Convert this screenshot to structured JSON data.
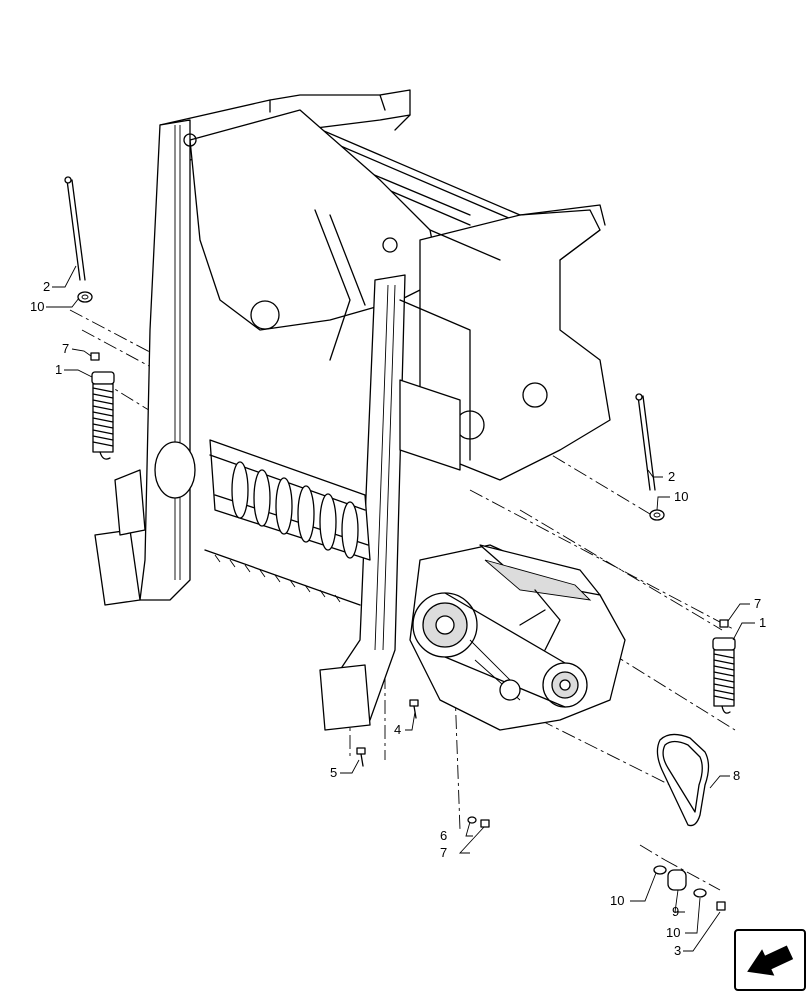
{
  "callouts": {
    "c2_left": "2",
    "c10_left": "10",
    "c7_left": "7",
    "c1_left": "1",
    "c2_right": "2",
    "c10_right": "10",
    "c7_right": "7",
    "c1_right": "1",
    "c4": "4",
    "c5": "5",
    "c8": "8",
    "c6": "6",
    "c7_bottom": "7",
    "c10_bl": "10",
    "c9": "9",
    "c10_br": "10",
    "c3": "3"
  },
  "icons": {
    "nav": "arrow-icon"
  }
}
